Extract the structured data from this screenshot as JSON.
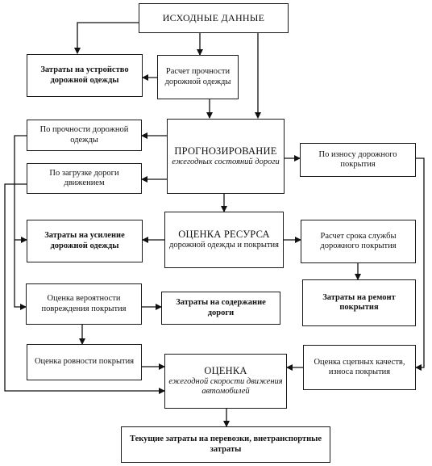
{
  "diagram": {
    "boxes": {
      "initial_data": "ИСХОДНЫЕ ДАННЫЕ",
      "pavement_construction_costs": "Затраты на устройство дорожной одежды",
      "pavement_strength_calc": "Расчет прочности дорожной одежды",
      "by_pavement_strength": "По прочности дорожной одежды",
      "by_traffic_load": "По загрузке дороги движением",
      "forecasting_title": "ПРОГНОЗИРОВАНИЕ",
      "forecasting_sub": "ежегодных состояний дороги",
      "by_surface_wear": "По износу дорожного покрытия",
      "reinforcement_costs": "Затраты на усиление дорожной одежды",
      "resource_title": "ОЦЕНКА РЕСУРСА",
      "resource_sub": "дорожной одежды и покрытия",
      "surface_life_calc": "Расчет срока службы дорожного покрытия",
      "damage_probability": "Оценка вероятности повреждения покрытия",
      "maintenance_costs": "Затраты на содержание дороги",
      "repair_costs": "Затраты на ремонт покрытия",
      "evenness_assessment": "Оценка ровности покрытия",
      "speed_title": "ОЦЕНКА",
      "speed_sub": "ежегодной скорости движения автомобилей",
      "grip_assessment": "Оценка сцепных качеств, износа покрытия",
      "transport_costs": "Текущие затраты на перевозки, внетранспортные затраты"
    }
  }
}
